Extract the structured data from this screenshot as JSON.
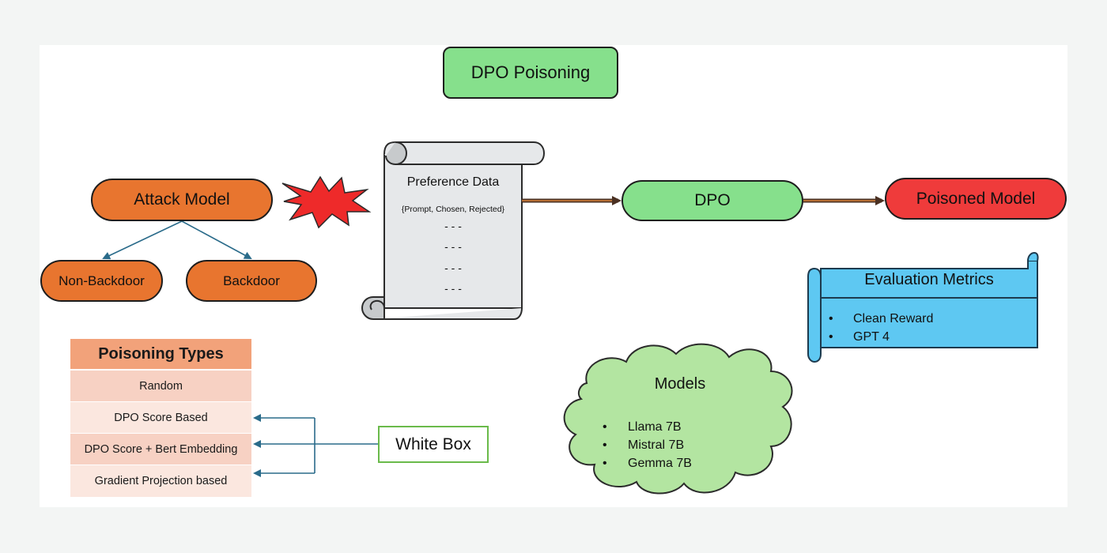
{
  "title": "DPO Poisoning",
  "attack_model": {
    "label": "Attack Model",
    "children": [
      "Non-Backdoor",
      "Backdoor"
    ]
  },
  "preference_data": {
    "title": "Preference Data",
    "fields": "{Prompt,  Chosen, Rejected}",
    "rows": [
      "- - -",
      "- - -",
      "- - -",
      "- - -"
    ]
  },
  "dpo": "DPO",
  "poisoned_model": "Poisoned Model",
  "evaluation_metrics": {
    "title": "Evaluation Metrics",
    "items": [
      "Clean Reward",
      "GPT 4"
    ]
  },
  "poisoning_types": {
    "header": "Poisoning Types",
    "items": [
      "Random",
      "DPO Score Based",
      "DPO Score + Bert Embedding",
      "Gradient Projection based"
    ]
  },
  "white_box": "White Box",
  "models": {
    "title": "Models",
    "items": [
      "Llama 7B",
      "Mistral 7B",
      "Gemma 7B"
    ]
  },
  "colors": {
    "orange": "#e8752f",
    "green": "#86e08c",
    "red": "#ef3b3b",
    "blue_scroll": "#5ec8f2",
    "cloud_green": "#b3e5a1",
    "gray_scroll": "#e6e8ea",
    "arrow_teal": "#2a6b8a",
    "arrow_brown": "#5a3a2a"
  }
}
